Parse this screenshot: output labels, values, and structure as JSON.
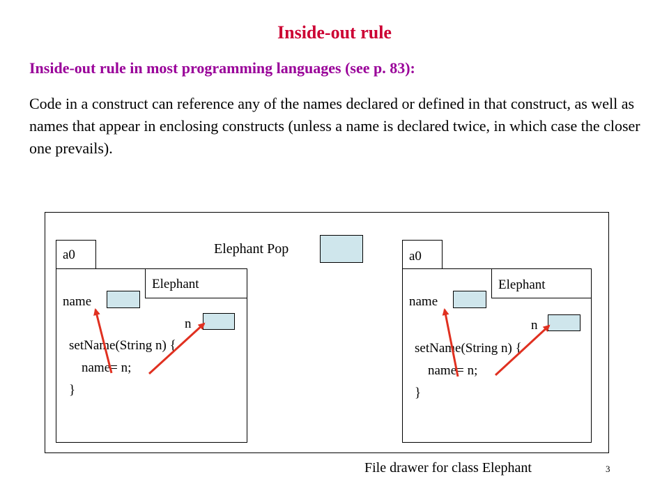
{
  "slide": {
    "title": "Inside-out rule",
    "subtitle": "Inside-out rule in most programming languages (see p. 83):",
    "paragraph": "Code in a construct can reference any of the names declared or defined in that construct, as well as names that appear in enclosing constructs (unless a name is declared twice, in which case the closer one prevails).",
    "page_number": "3",
    "title_color": "#cc0033",
    "subtitle_color": "#990099"
  },
  "diagram": {
    "drawer_caption": "File drawer for class Elephant",
    "static_field_label": "Elephant Pop",
    "field_color": "#cfe6ec",
    "arrow_color": "#e03020",
    "objects": [
      {
        "tab_label": "a0",
        "class_label": "Elephant",
        "field_label": "name",
        "param_label": "n",
        "code_line1": "setName(String n) {",
        "code_line2": "name= n;",
        "code_line3": "}"
      },
      {
        "tab_label": "a0",
        "class_label": "Elephant",
        "field_label": "name",
        "param_label": "n",
        "code_line1": "setName(String n) {",
        "code_line2": "name= n;",
        "code_line3": "}"
      }
    ]
  }
}
